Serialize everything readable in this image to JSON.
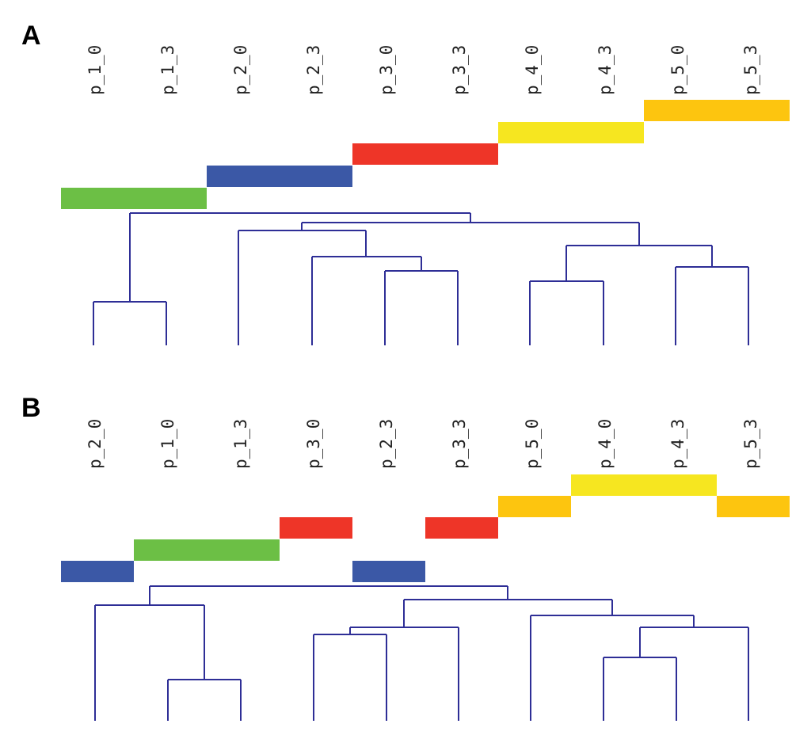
{
  "panels": [
    {
      "letter": "A",
      "leaves": [
        "p_1_0",
        "p_1_3",
        "p_2_0",
        "p_2_3",
        "p_3_0",
        "p_3_3",
        "p_4_0",
        "p_4_3",
        "p_5_0",
        "p_5_3"
      ],
      "color_bars": [
        {
          "color": "#6cbf45",
          "group": "p_1",
          "leaf_span": [
            0,
            1
          ]
        },
        {
          "color": "#3b58a6",
          "group": "p_2",
          "leaf_span": [
            2,
            3
          ]
        },
        {
          "color": "#ee3528",
          "group": "p_3",
          "leaf_span": [
            4,
            5
          ]
        },
        {
          "color": "#f6e620",
          "group": "p_4",
          "leaf_span": [
            6,
            7
          ]
        },
        {
          "color": "#fdc50f",
          "group": "p_5",
          "leaf_span": [
            8,
            9
          ]
        }
      ]
    },
    {
      "letter": "B",
      "leaves": [
        "p_2_0",
        "p_1_0",
        "p_1_3",
        "p_3_0",
        "p_2_3",
        "p_3_3",
        "p_5_0",
        "p_4_0",
        "p_4_3",
        "p_5_3"
      ],
      "color_bars": [
        {
          "color": "#3b58a6",
          "group": "p_2",
          "leaf_span": [
            0,
            0
          ]
        },
        {
          "color": "#6cbf45",
          "group": "p_1",
          "leaf_span": [
            1,
            2
          ]
        },
        {
          "color": "#ee3528",
          "group": "p_3",
          "leaf_span": [
            3,
            3
          ]
        },
        {
          "color": "#3b58a6",
          "group": "p_2",
          "leaf_span": [
            4,
            4
          ]
        },
        {
          "color": "#ee3528",
          "group": "p_3",
          "leaf_span": [
            5,
            5
          ]
        },
        {
          "color": "#fdc50f",
          "group": "p_5",
          "leaf_span": [
            6,
            6
          ]
        },
        {
          "color": "#f6e620",
          "group": "p_4",
          "leaf_span": [
            7,
            8
          ]
        },
        {
          "color": "#fdc50f",
          "group": "p_5",
          "leaf_span": [
            9,
            9
          ]
        }
      ]
    }
  ],
  "colors": {
    "dendrogram_line": "#2e2e96",
    "p_1": "#6cbf45",
    "p_2": "#3b58a6",
    "p_3": "#ee3528",
    "p_4": "#f6e620",
    "p_5": "#fdc50f"
  }
}
